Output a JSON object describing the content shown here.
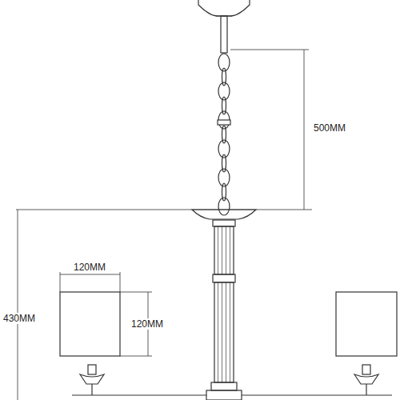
{
  "diagram": {
    "labels": [
      "500MM",
      "120MM",
      "120MM",
      "430MM"
    ]
  }
}
